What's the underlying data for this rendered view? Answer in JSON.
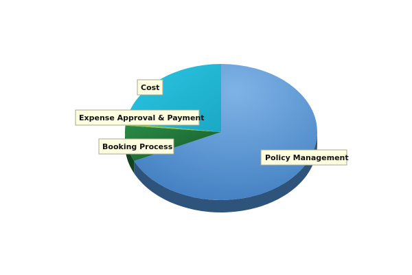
{
  "chart_data": {
    "type": "pie",
    "style": "3d-tilted",
    "legend": "none",
    "slices": [
      {
        "label": "Policy Management",
        "value": 68,
        "color": "#4a88c8"
      },
      {
        "label": "Booking Process",
        "value": 8.5,
        "color": "#1f6b36"
      },
      {
        "label": "Expense Approval & Payment",
        "value": 0.5,
        "color": "#8bc34a"
      },
      {
        "label": "Cost",
        "value": 23,
        "color": "#27bcd8"
      }
    ]
  }
}
